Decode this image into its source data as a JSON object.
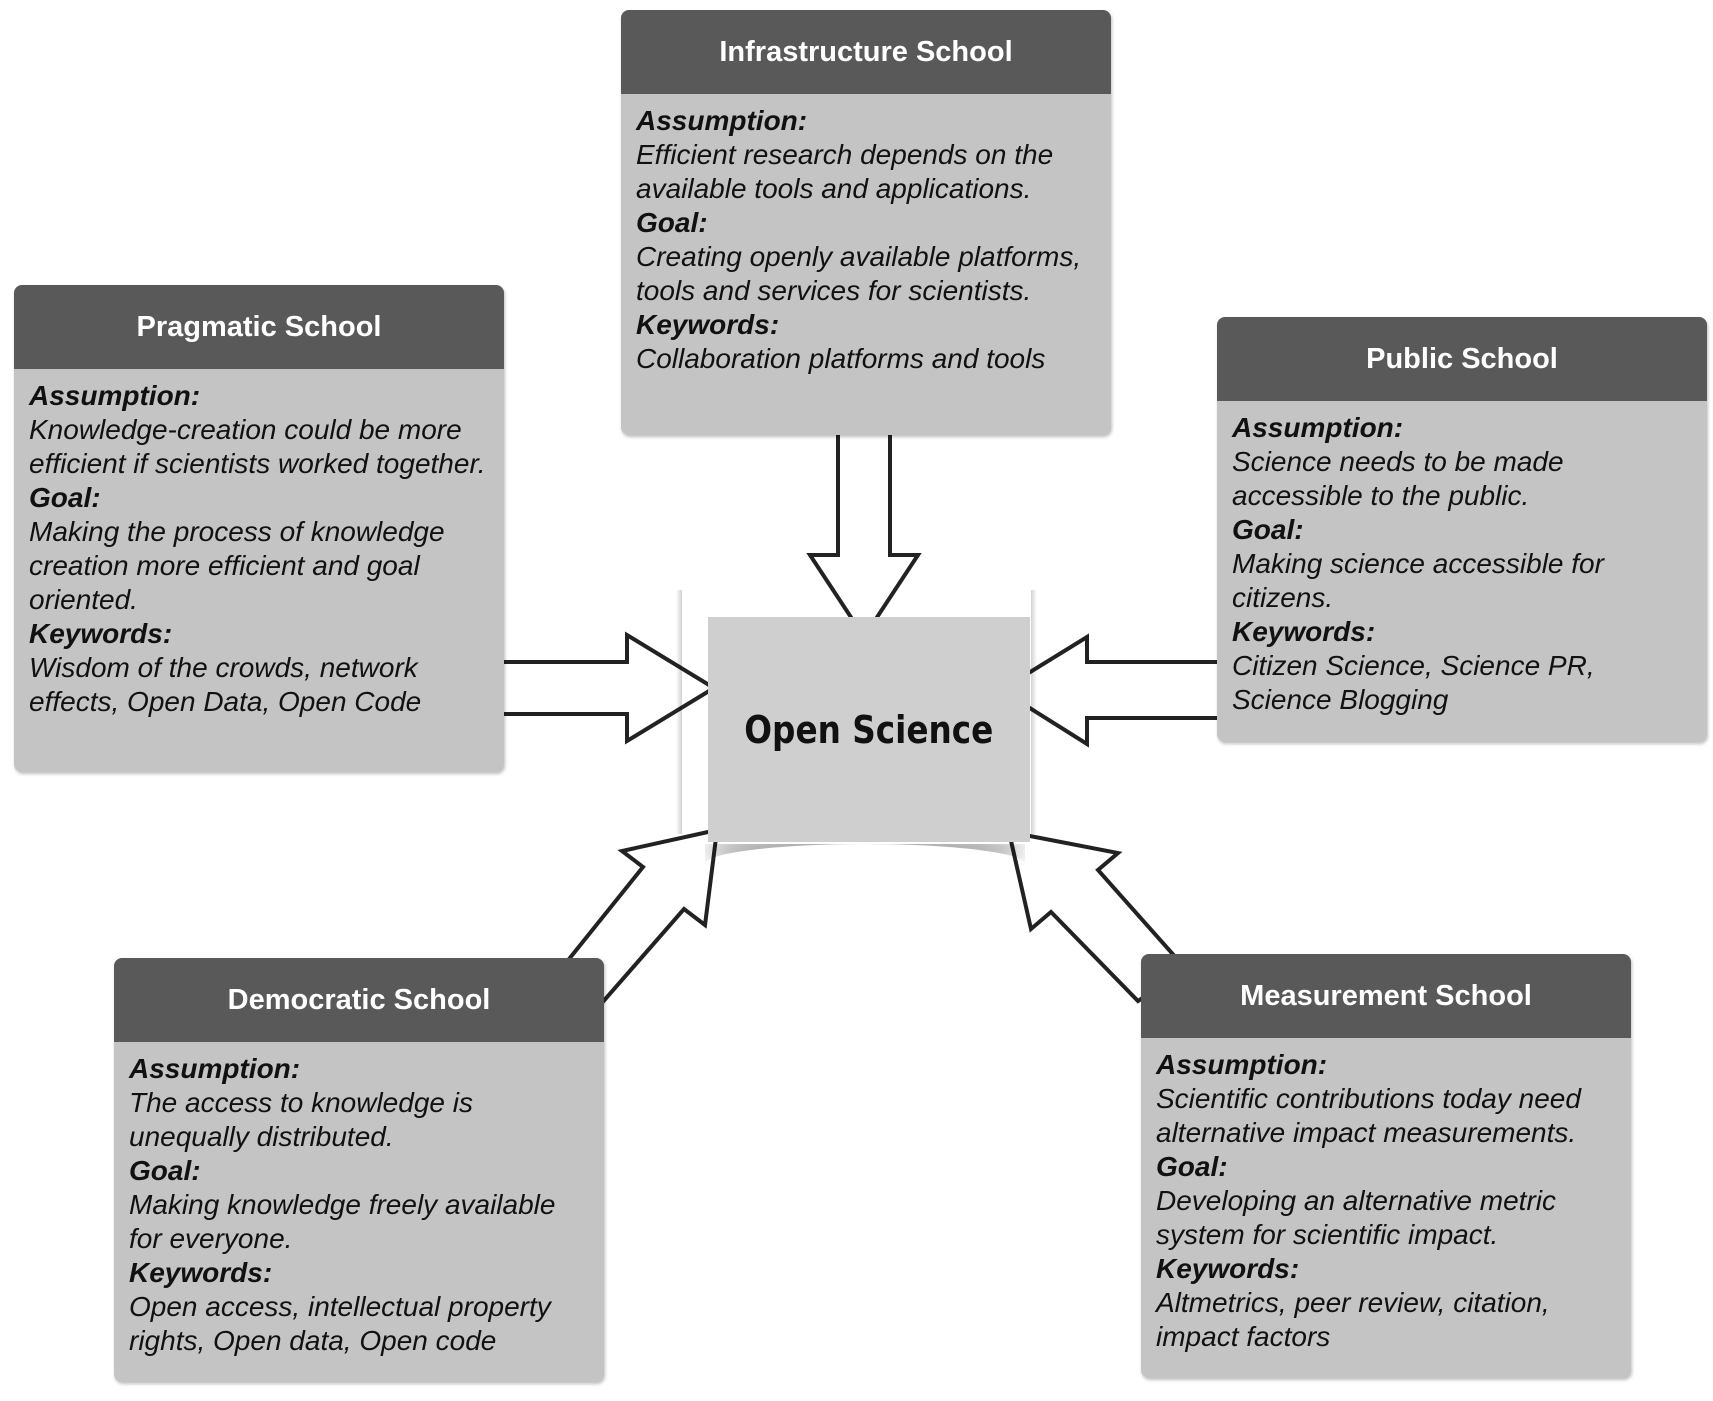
{
  "center": {
    "title": "Open Science"
  },
  "schools": {
    "infrastructure": {
      "title": "Infrastructure School",
      "assumption_label": "Assumption:",
      "assumption": "Efficient research depends on the available tools and applications.",
      "goal_label": "Goal:",
      "goal": "Creating openly available platforms, tools and services for scientists.",
      "keywords_label": "Keywords:",
      "keywords": "Collaboration platforms and tools"
    },
    "pragmatic": {
      "title": "Pragmatic School",
      "assumption_label": "Assumption:",
      "assumption": "Knowledge-creation could be more efficient if scientists worked together.",
      "goal_label": "Goal:",
      "goal": "Making the process of knowledge creation more efficient and goal oriented.",
      "keywords_label": "Keywords:",
      "keywords": "Wisdom of the crowds, network effects, Open Data, Open Code"
    },
    "public": {
      "title": "Public School",
      "assumption_label": "Assumption:",
      "assumption": "Science needs to be made accessible to the public.",
      "goal_label": "Goal:",
      "goal": "Making science accessible for citizens.",
      "keywords_label": "Keywords:",
      "keywords": "Citizen Science, Science PR, Science Blogging"
    },
    "democratic": {
      "title": "Democratic School",
      "assumption_label": "Assumption:",
      "assumption": "The access to knowledge is unequally distributed.",
      "goal_label": "Goal:",
      "goal": "Making knowledge freely available for everyone.",
      "keywords_label": "Keywords:",
      "keywords": "Open access, intellectual property rights, Open data, Open code"
    },
    "measurement": {
      "title": "Measurement School",
      "assumption_label": "Assumption:",
      "assumption": "Scientific contributions today need alternative impact measurements.",
      "goal_label": "Goal:",
      "goal": "Developing an alternative metric system for scientific impact.",
      "keywords_label": "Keywords:",
      "keywords": "Altmetrics, peer review, citation, impact factors"
    }
  }
}
